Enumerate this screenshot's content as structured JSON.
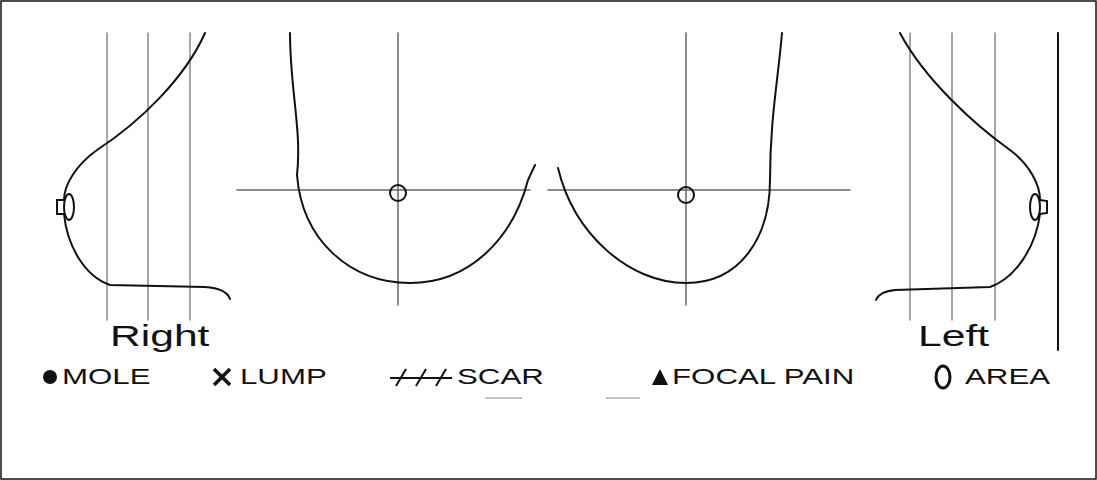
{
  "diagram": {
    "labels": [
      "Right",
      "Left"
    ],
    "legend": [
      {
        "text": "MOLE"
      },
      {
        "text": "LUMP"
      },
      {
        "text": "SCAR"
      },
      {
        "text": "FOCAL PAIN"
      },
      {
        "text": "AREA"
      }
    ]
  }
}
